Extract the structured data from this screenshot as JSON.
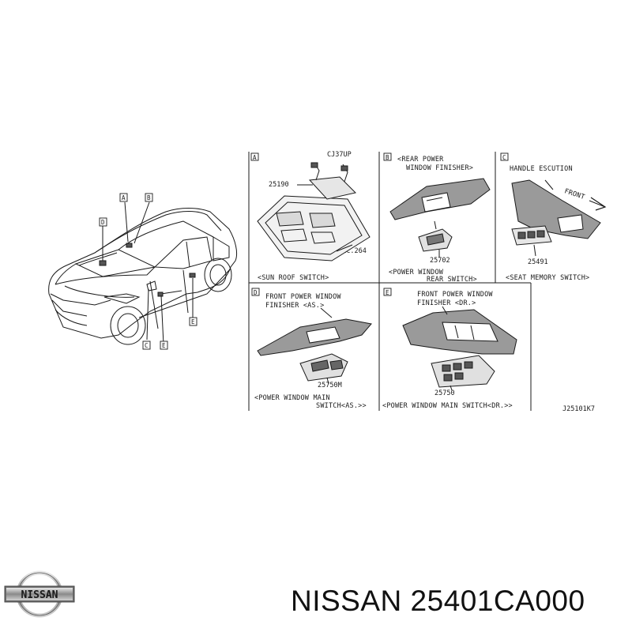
{
  "car": {
    "callouts": [
      "A",
      "B",
      "C",
      "D",
      "E"
    ]
  },
  "panels": [
    {
      "letter": "A",
      "lines": [
        "CJ37UP",
        "25190",
        "SEC.264"
      ],
      "caption": "<SUN ROOF SWITCH>"
    },
    {
      "letter": "B",
      "title_lines": [
        "<REAR POWER",
        "WINDOW FINISHER>"
      ],
      "part": "25702",
      "caption_lines": [
        "<POWER WINDOW",
        "REAR SWITCH>"
      ]
    },
    {
      "letter": "C",
      "title": "HANDLE ESCUTION",
      "arrow_label": "FRONT",
      "part": "25491",
      "caption": "<SEAT MEMORY SWITCH>"
    },
    {
      "letter": "D",
      "title_lines": [
        "FRONT POWER WINDOW",
        "FINISHER <AS.>"
      ],
      "part": "25750M",
      "caption_lines": [
        "<POWER WINDOW MAIN",
        "SWITCH<AS.>>"
      ]
    },
    {
      "letter": "E",
      "title_lines": [
        "FRONT POWER WINDOW",
        "FINISHER <DR.>"
      ],
      "part": "25750",
      "caption": "<POWER WINDOW MAIN SWITCH<DR.>>"
    }
  ],
  "diagram_code": "J25101K7",
  "footer": {
    "brand_logo_text": "NISSAN",
    "part_number": "NISSAN 25401CA000"
  },
  "colors": {
    "line": "#1a1a1a",
    "shade": "#9a9a9a"
  }
}
